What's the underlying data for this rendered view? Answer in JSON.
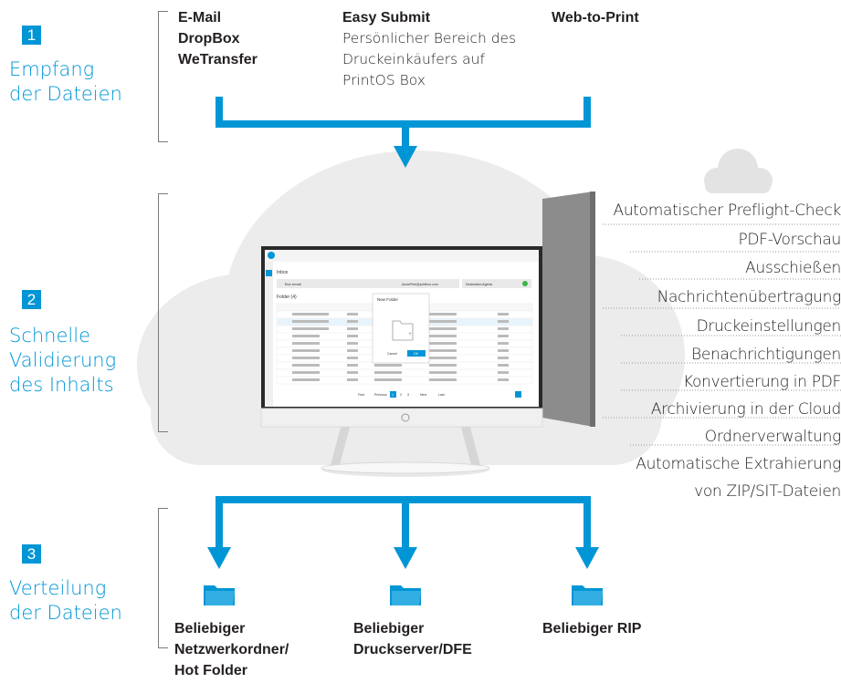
{
  "steps": [
    {
      "number": "1",
      "title_line1": "Empfang",
      "title_line2": "der Dateien"
    },
    {
      "number": "2",
      "title_line1": "Schnelle",
      "title_line2": "Validierung",
      "title_line3": "des Inhalts"
    },
    {
      "number": "3",
      "title_line1": "Verteilung",
      "title_line2": "der Dateien"
    }
  ],
  "sources": {
    "col1": [
      "E-Mail",
      "DropBox",
      "WeTransfer"
    ],
    "col2_title": "Easy Submit",
    "col2_lines": [
      "Persönlicher Bereich des",
      "Druckeinkäufers auf",
      "PrintOS Box"
    ],
    "col3": "Web-to-Print"
  },
  "features": [
    "Automatischer Preflight-Check",
    "PDF-Vorschau",
    "Ausschießen",
    "Nachrichtenübertragung",
    "Druckeinstellungen",
    "Benachrichtigungen",
    "Konvertierung in PDF",
    "Archivierung in der Cloud",
    "Ordnerverwaltung",
    "Automatische Extrahierung",
    "von ZIP/SIT-Dateien"
  ],
  "destinations": [
    {
      "line1": "Beliebiger",
      "line2": "Netzwerkordner/",
      "line3": "Hot Folder"
    },
    {
      "line1": "Beliebiger",
      "line2": "Druckserver/DFE"
    },
    {
      "line1": "Beliebiger RIP"
    }
  ],
  "monitor": {
    "inbox": "Inbox",
    "box_email": "Box email",
    "email_value": "AcmePrint@printbox.com",
    "destination": "Destination Agents",
    "folder_header": "Folder (4)",
    "dialog_title": "New Folder",
    "dialog_cancel": "Cancel",
    "dialog_ok": "OK",
    "pagination": [
      "First",
      "Previous",
      "1",
      "2",
      "3",
      "Next",
      "Last"
    ]
  },
  "colors": {
    "accent": "#0096d6",
    "text": "#231f20",
    "cloud": "#ebebeb",
    "panel": "#8a8a8a"
  }
}
